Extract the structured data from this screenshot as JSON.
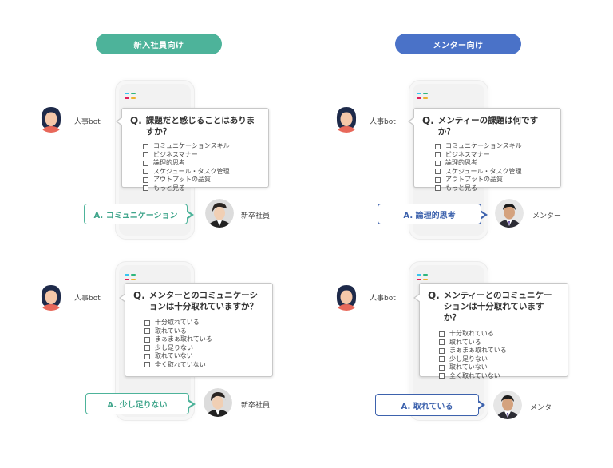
{
  "headers": {
    "left": "新入社員向け",
    "right": "メンター向け"
  },
  "colors": {
    "green": "#4db39a",
    "blue": "#4a72c8"
  },
  "icons": {
    "bot_avatar": "woman-avatar-icon",
    "employee_avatar": "young-man-avatar-icon",
    "mentor_avatar": "man-avatar-icon",
    "app_logo": "slack-logo-icon"
  },
  "panels": [
    {
      "bot_name": "人事bot",
      "question_mark": "Q.",
      "question": "課題だと感じることはありますか？",
      "options": [
        "コミュニケーションスキル",
        "ビジネスマナー",
        "論理的思考",
        "スケジュール・タスク管理",
        "アウトプットの品質",
        "もっと見る"
      ],
      "answer": "A. コミュニケーション",
      "user_name": "新卒社員"
    },
    {
      "bot_name": "人事bot",
      "question_mark": "Q.",
      "question": "メンティーの課題は何ですか？",
      "options": [
        "コミュニケーションスキル",
        "ビジネスマナー",
        "論理的思考",
        "スケジュール・タスク管理",
        "アウトプットの品質",
        "もっと見る"
      ],
      "answer": "A. 論理的思考",
      "user_name": "メンター"
    },
    {
      "bot_name": "人事bot",
      "question_mark": "Q.",
      "question": "メンターとのコミュニケーションは十分取れていますか？",
      "options": [
        "十分取れている",
        "取れている",
        "まぁまぁ取れている",
        "少し足りない",
        "取れていない",
        "全く取れていない"
      ],
      "answer": "A. 少し足りない",
      "user_name": "新卒社員"
    },
    {
      "bot_name": "人事bot",
      "question_mark": "Q.",
      "question": "メンティーとのコミュニケーションは十分取れていますか？",
      "options": [
        "十分取れている",
        "取れている",
        "まぁまぁ取れている",
        "少し足りない",
        "取れていない",
        "全く取れていない"
      ],
      "answer": "A. 取れている",
      "user_name": "メンター"
    }
  ]
}
